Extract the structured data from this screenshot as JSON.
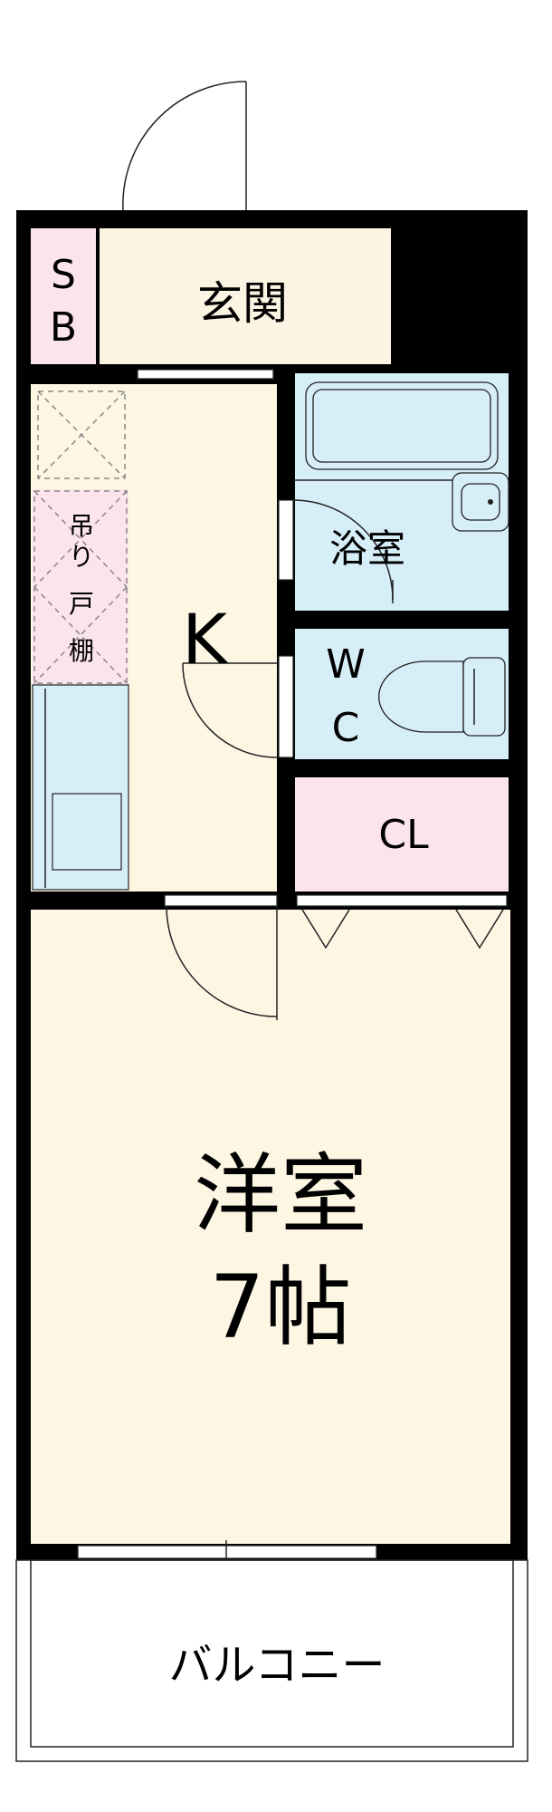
{
  "rooms": {
    "entrance": {
      "label": "玄関",
      "color": "#fcf4e2"
    },
    "shoe_box": {
      "label_s": "S",
      "label_b": "B",
      "color": "#fce4ec"
    },
    "kitchen": {
      "label": "K",
      "color": "#fdf6e3"
    },
    "hanging_shelf": {
      "label_1": "吊",
      "label_2": "り",
      "label_3": "戸",
      "label_4": "棚"
    },
    "bathroom": {
      "label": "浴室",
      "color": "#d6eef8"
    },
    "toilet": {
      "label_w": "W",
      "label_c": "C",
      "color": "#d6eef8"
    },
    "closet": {
      "label": "CL",
      "color": "#fce4ec"
    },
    "western_room": {
      "label": "洋室",
      "size": "7帖",
      "color": "#fdf6e3"
    },
    "balcony": {
      "label": "バルコニー",
      "color": "#ffffff"
    }
  },
  "colors": {
    "wall": "#000000",
    "fixture_blue": "#d6eef8"
  }
}
